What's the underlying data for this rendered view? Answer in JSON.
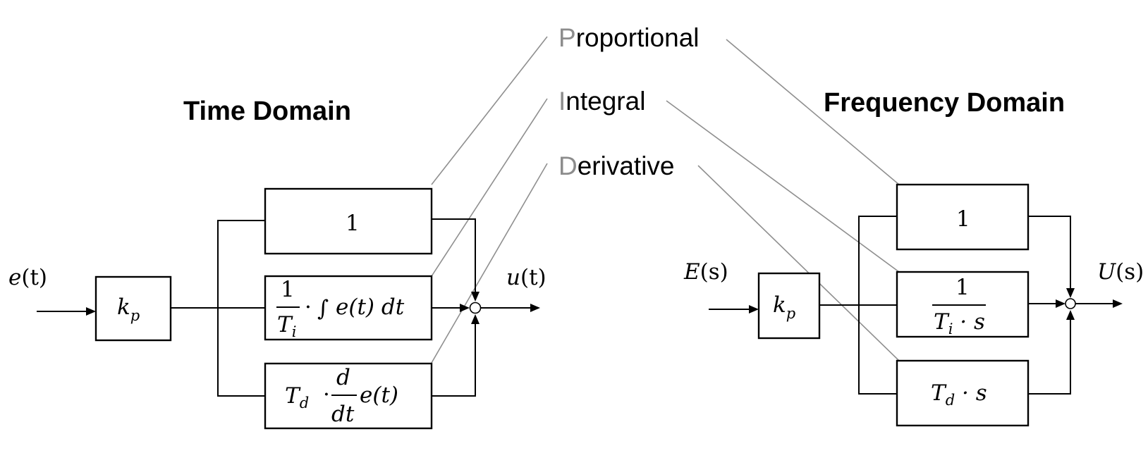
{
  "titles": {
    "time": "Time Domain",
    "frequency": "Frequency Domain"
  },
  "terms": {
    "proportional": {
      "initial": "P",
      "rest": "roportional"
    },
    "integral": {
      "initial": "I",
      "rest": "ntegral"
    },
    "derivative": {
      "initial": "D",
      "rest": "erivative"
    }
  },
  "time_domain": {
    "input": {
      "base": "e",
      "arg": "(t)"
    },
    "output": {
      "base": "u",
      "arg": "(t)"
    },
    "gain": {
      "base": "k",
      "sub": "p"
    },
    "proportional_block": "1",
    "integral_block": {
      "num": "1",
      "den_base": "T",
      "den_sub": "i",
      "dot": "·",
      "integral_sign": "∫",
      "integrand": "e(t) dt"
    },
    "derivative_block": {
      "coef_base": "T",
      "coef_sub": "d",
      "dot": "·",
      "num": "d",
      "den": "dt",
      "func": "e(t)"
    }
  },
  "frequency_domain": {
    "input": {
      "base": "E",
      "arg": "(s)"
    },
    "output": {
      "base": "U",
      "arg": "(s)"
    },
    "gain": {
      "base": "k",
      "sub": "p"
    },
    "proportional_block": "1",
    "integral_block": {
      "num": "1",
      "den_base": "T",
      "den_sub": "i",
      "den_rest": " · s"
    },
    "derivative_block": {
      "coef_base": "T",
      "coef_sub": "d",
      "rest": " · s"
    }
  }
}
